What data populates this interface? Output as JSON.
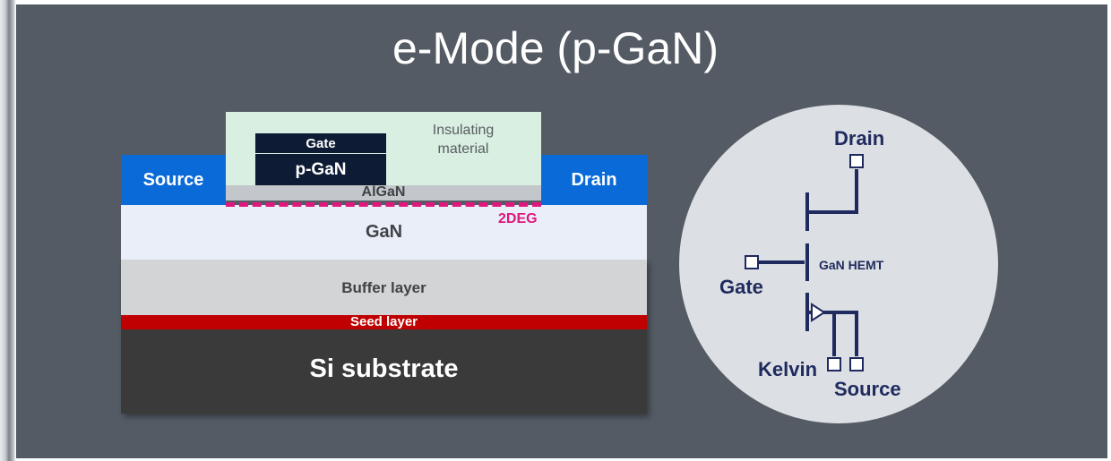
{
  "title": "e-Mode (p-GaN)",
  "cross_section": {
    "insulating": "Insulating\nmaterial",
    "gate": "Gate",
    "p_gan": "p-GaN",
    "algan": "AlGaN",
    "source": "Source",
    "drain": "Drain",
    "gan": "GaN",
    "twodeg": "2DEG",
    "buffer": "Buffer layer",
    "seed": "Seed layer",
    "substrate": "Si substrate"
  },
  "schematic": {
    "drain": "Drain",
    "gate": "Gate",
    "device": "GaN HEMT",
    "kelvin": "Kelvin",
    "source": "Source"
  },
  "colors": {
    "slide_bg": "#545b64",
    "electrode": "#0a6ad8",
    "insulating": "#d8efe2",
    "gate": "#0e1b34",
    "algan": "#c3c6ca",
    "gan": "#e9eef8",
    "buffer": "#d3d4d6",
    "seed": "#c00000",
    "substrate": "#3a3a3a",
    "twodeg": "#e0187e",
    "schematic": "#1f2a5e"
  }
}
